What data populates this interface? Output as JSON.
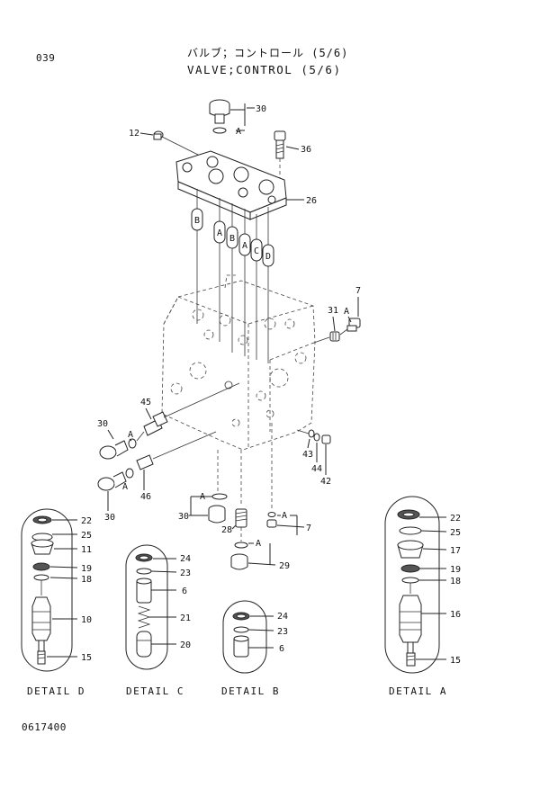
{
  "page_code": "039",
  "title_jp": "バルブ；コントロール (5/6)",
  "title_en": "VALVE;CONTROL (5/6)",
  "doc_number": "0617400",
  "callouts": {
    "c30a": "30",
    "a1": "A",
    "c12": "12",
    "c36": "36",
    "c26": "26",
    "bB1": "B",
    "bA1": "A",
    "bB2": "B",
    "bA2": "A",
    "bC": "C",
    "bD": "D",
    "c7a": "7",
    "c31": "31",
    "a2": "A",
    "c45": "45",
    "c30b": "30",
    "a3": "A",
    "c46": "46",
    "a4": "A",
    "c30c": "30",
    "c43": "43",
    "c44": "44",
    "c42": "42",
    "a5": "A",
    "c30d": "30",
    "c28": "28",
    "a6": "A",
    "c7b": "7",
    "a7": "A",
    "c29": "29",
    "dD22": "22",
    "dD25": "25",
    "dD11": "11",
    "dD19": "19",
    "dD18": "18",
    "dD10": "10",
    "dD15": "15",
    "dC24": "24",
    "dC23": "23",
    "dC6": "6",
    "dC21": "21",
    "dC20": "20",
    "dB24": "24",
    "dB23": "23",
    "dB6": "6",
    "dA22": "22",
    "dA25": "25",
    "dA17": "17",
    "dA19": "19",
    "dA18": "18",
    "dA16": "16",
    "dA15": "15"
  },
  "detail_labels": {
    "d": "DETAIL D",
    "c": "DETAIL C",
    "b": "DETAIL B",
    "a": "DETAIL A"
  }
}
